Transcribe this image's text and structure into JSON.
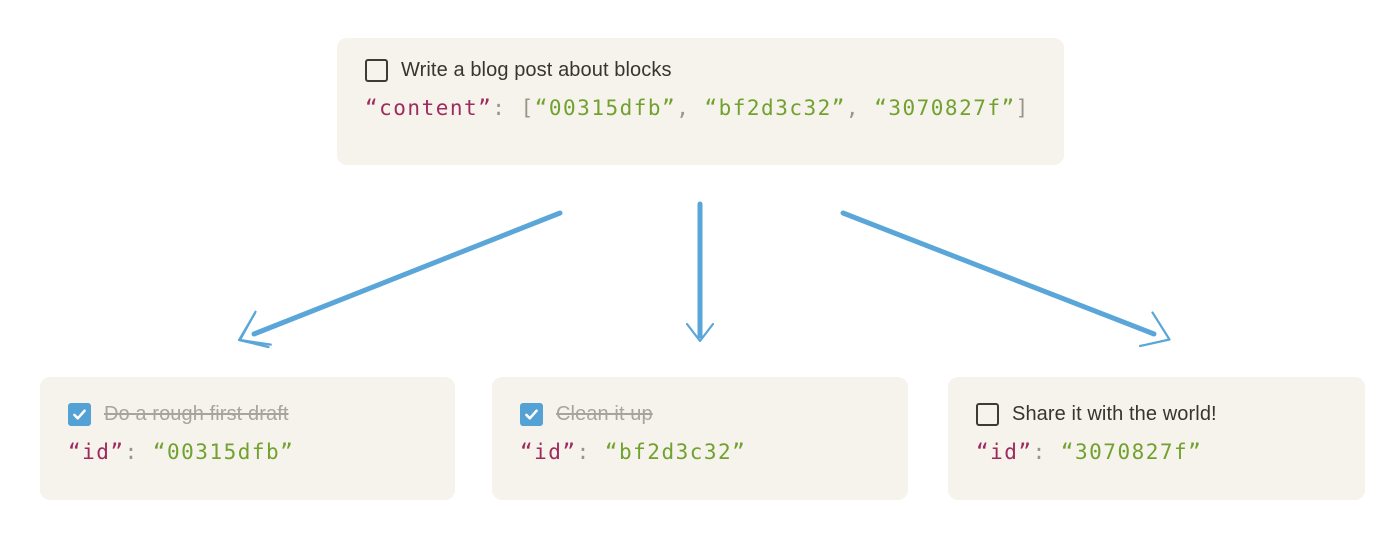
{
  "colors": {
    "page_bg": "#ffffff",
    "card_bg": "#f6f3ec",
    "title_text": "#37352f",
    "done_text": "#a8a49c",
    "code_key": "#9d2b5e",
    "code_value": "#71a12e",
    "code_punct": "#999589",
    "checkbox_checked_bg": "#54a2d5",
    "checkbox_border": "#3d3b35",
    "arrow": "#5ba6d9"
  },
  "parent_block": {
    "todo": {
      "label": "Write a blog post about blocks",
      "checked": false
    },
    "code": {
      "key": "“content”",
      "colon": ": ",
      "open_bracket": "[",
      "comma": ", ",
      "close_bracket": "]",
      "values": [
        "“00315dfb”",
        "“bf2d3c32”",
        "“3070827f”"
      ]
    }
  },
  "child_blocks": [
    {
      "todo": {
        "label": "Do a rough first draft",
        "checked": true
      },
      "code": {
        "key": "“id”",
        "colon": ": ",
        "value": "“00315dfb”"
      }
    },
    {
      "todo": {
        "label": "Clean it up",
        "checked": true
      },
      "code": {
        "key": "“id”",
        "colon": ": ",
        "value": "“bf2d3c32”"
      }
    },
    {
      "todo": {
        "label": "Share it with the world!",
        "checked": false
      },
      "code": {
        "key": "“id”",
        "colon": ": ",
        "value": "“3070827f”"
      }
    }
  ]
}
